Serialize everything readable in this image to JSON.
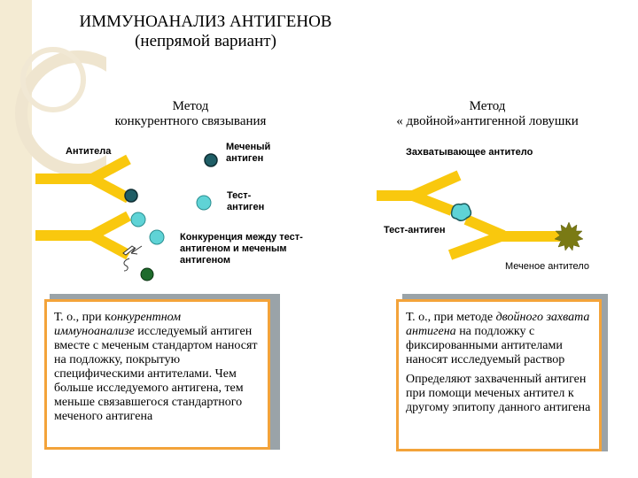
{
  "title": {
    "line1": "ИММУНОАНАЛИЗ АНТИГЕНОВ",
    "line2": "(непрямой вариант)"
  },
  "left_method": {
    "line1": "Метод",
    "line2": "конкурентного связывания"
  },
  "right_method": {
    "line1": "Метод",
    "line2": "« двойной»антигенной ловушки"
  },
  "labels": {
    "antibodies": "Антитела",
    "labeled_antigen_1": "Меченый",
    "labeled_antigen_2": "антиген",
    "test_antigen_1": "Тест-",
    "test_antigen_2": "антиген",
    "competition_1": "Конкуренция между тест-",
    "competition_2": "антигеном и меченым",
    "competition_3": "антигеном",
    "capture_antibody": "Захватывающее антитело",
    "test_antigen_right": "Тест-антиген",
    "labeled_antibody": "Меченое антитело"
  },
  "left_box": {
    "pre": "Т. о., при к",
    "italic": "онкурентном иммуноанализе",
    "post": " исследуемый антиген вместе с меченым стандартом наносят на подложку, покрытую специфическими антителами. Чем больше исследуемого антигена, тем меньше связавшегося стандартного меченого антигена"
  },
  "right_box": {
    "p1_pre": "Т. о., при методе ",
    "p1_italic": "двойного захвата антигена",
    "p1_post": " на подложку с фиксированными антителами наносят исследуемый раствор",
    "p2": "Определяют захваченный антиген при помощи меченых антител к другому эпитопу данного антигена"
  },
  "colors": {
    "antibody": "#f9c80e",
    "labeled_antigen": "#1f5e66",
    "test_antigen": "#5fd3d6",
    "dark_green_antigen": "#1e6b2c",
    "label_star": "#7a7a14",
    "box_border": "#f3a33a",
    "stripe": "#f4ebd3"
  }
}
